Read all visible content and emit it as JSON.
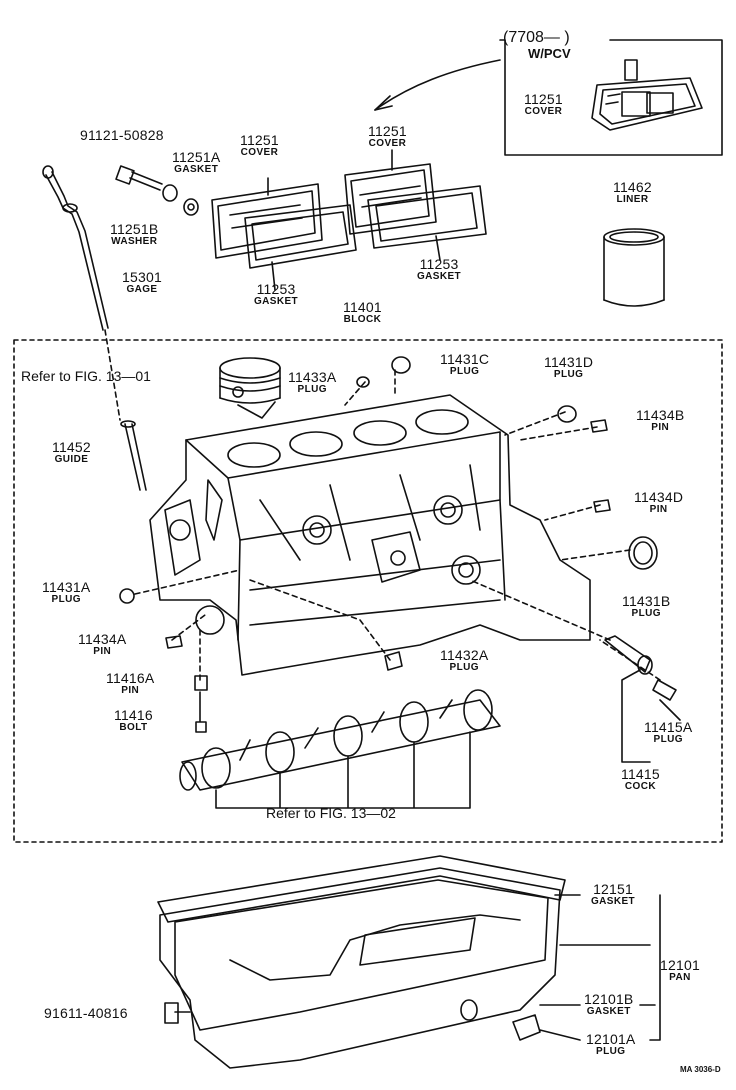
{
  "diagram_code": "MA 3036-D",
  "variant_box": {
    "heading": "(7708—        )",
    "condition": "W/PCV"
  },
  "refs": {
    "piston": "Refer to FIG. 13—01",
    "camshaft": "Refer to FIG. 13—02"
  },
  "parts": {
    "p11251_pcv": {
      "number": "11251",
      "name": "COVER"
    },
    "p91121": {
      "number": "91121-50828"
    },
    "p11251a": {
      "number": "11251A",
      "name": "GASKET"
    },
    "p11251_l": {
      "number": "11251",
      "name": "COVER"
    },
    "p11251_r": {
      "number": "11251",
      "name": "COVER"
    },
    "p11462": {
      "number": "11462",
      "name": "LINER"
    },
    "p11251b": {
      "number": "11251B",
      "name": "WASHER"
    },
    "p15301": {
      "number": "15301",
      "name": "GAGE"
    },
    "p11253_l": {
      "number": "11253",
      "name": "GASKET"
    },
    "p11253_r": {
      "number": "11253",
      "name": "GASKET"
    },
    "p11401": {
      "number": "11401",
      "name": "BLOCK"
    },
    "p11433a": {
      "number": "11433A",
      "name": "PLUG"
    },
    "p11431c": {
      "number": "11431C",
      "name": "PLUG"
    },
    "p11431d": {
      "number": "11431D",
      "name": "PLUG"
    },
    "p11434b": {
      "number": "11434B",
      "name": "PIN"
    },
    "p11452": {
      "number": "11452",
      "name": "GUIDE"
    },
    "p11434d": {
      "number": "11434D",
      "name": "PIN"
    },
    "p11431a": {
      "number": "11431A",
      "name": "PLUG"
    },
    "p11431b": {
      "number": "11431B",
      "name": "PLUG"
    },
    "p11434a": {
      "number": "11434A",
      "name": "PIN"
    },
    "p11432a": {
      "number": "11432A",
      "name": "PLUG"
    },
    "p11416a": {
      "number": "11416A",
      "name": "PIN"
    },
    "p11416": {
      "number": "11416",
      "name": "BOLT"
    },
    "p11415a": {
      "number": "11415A",
      "name": "PLUG"
    },
    "p11415": {
      "number": "11415",
      "name": "COCK"
    },
    "p12151": {
      "number": "12151",
      "name": "GASKET"
    },
    "p12101": {
      "number": "12101",
      "name": "PAN"
    },
    "p91611": {
      "number": "91611-40816"
    },
    "p12101b": {
      "number": "12101B",
      "name": "GASKET"
    },
    "p12101a": {
      "number": "12101A",
      "name": "PLUG"
    }
  }
}
